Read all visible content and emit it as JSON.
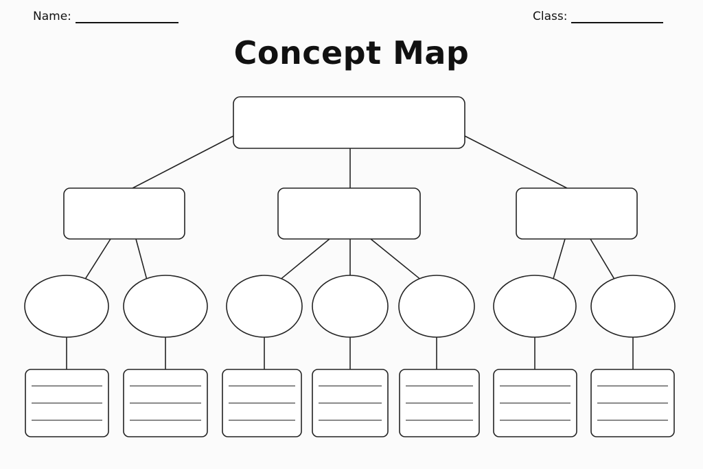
{
  "header": {
    "name_label": "Name:",
    "class_label": "Class:"
  },
  "title": "Concept Map",
  "diagram": {
    "main_concept": "",
    "sub_concepts": [
      "",
      "",
      ""
    ],
    "branch_counts": [
      2,
      3,
      2
    ],
    "detail_lines_per_box": 3
  }
}
